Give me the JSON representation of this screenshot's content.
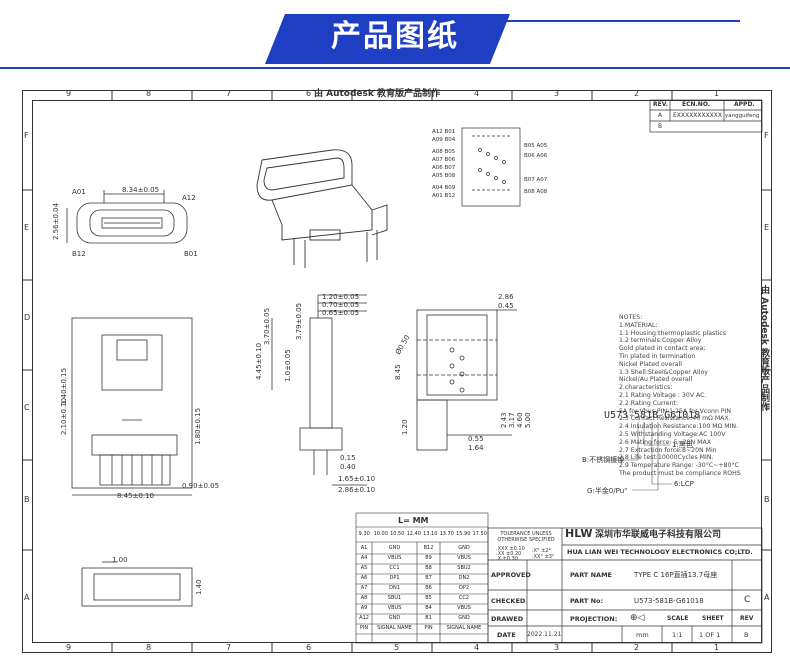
{
  "banner": {
    "title": "产品图纸",
    "bar_color": "#1e3fc4",
    "accent_color": "#2b55e0"
  },
  "frame": {
    "columns": [
      "9",
      "8",
      "7",
      "6",
      "5",
      "4",
      "3",
      "2",
      "1"
    ],
    "rows": [
      "F",
      "E",
      "D",
      "C",
      "B",
      "A"
    ],
    "watermark_top": "由 Autodesk 教育版产品制作",
    "watermark_side": "由 Autodesk 教育版产品制作"
  },
  "revision": {
    "headers": [
      "REV.",
      "ECN.NO.",
      "APPD."
    ],
    "rows": [
      [
        "A",
        "EXXXXXXXXXXX",
        "yangguifeng"
      ],
      [
        "B",
        "",
        ""
      ]
    ]
  },
  "pin_labels_left": [
    "A12 B01",
    "A09 B04",
    "A08 B05",
    "A07 B06",
    "A06 B07",
    "A05 B08",
    "A04 B09",
    "A01 B12"
  ],
  "pin_labels_right": [
    "B05 A05",
    "B06 A06",
    "B07 A07",
    "B08 A08"
  ],
  "front_view": {
    "dim_width": "8.34±0.05",
    "dim_height": "2.56±0.04",
    "labels": [
      "A01",
      "A12",
      "B12",
      "B01"
    ]
  },
  "side_dims": [
    "1.20±0.05",
    "0.70±0.05",
    "0.65±0.05",
    "3.70±0.05",
    "3.79±0.05",
    "4.45±0.10",
    "1.0±0.05",
    "0.15",
    "0.40",
    "1.65±0.10",
    "2.86±0.10"
  ],
  "bottom_dims": [
    "2.86",
    "0.45",
    "Ø0.50",
    "8.45",
    "1.20",
    "0.55",
    "1.64",
    "2.43",
    "3.17",
    "4.60",
    "5.00"
  ],
  "left_view_dims": [
    "8.45±0.10",
    "0.90±0.05",
    "1.80±0.15",
    "2.10±0.10",
    "1.40±0.15"
  ],
  "notes": [
    "NOTES:",
    "1.MATERIAL:",
    "   1.1 Housing:thermoplastic plastics",
    "   1.2 terminals:Copper Alloy",
    "       Gold plated in contact area;",
    "       Tin plated in termination",
    "       Nickel Plated overall",
    "   1.3 Shell:Steel&Copper Alloy",
    "       Nickel/Au Plated overall",
    "2.characteristics:",
    "   2.1 Rating Voltage : 30V AC.",
    "   2.2 Rating Current:",
    "       5A for Vbus PIN;1.25A for Vconn PIN",
    "   2.3 Contact Resistance:40 mΩ MAX.",
    "   2.4 Insulation Resistance:100 MΩ MIN.",
    "   2.5 Withstanding Voltage:AC 100V",
    "   2.6 Mating force: 5~20N MAX",
    "   2.7 Extraction force:8~20N Min",
    "   2.8 Life test:10000Cycles MIN.",
    "   2.9 Temperature Range: -30°C~+80°C",
    "   The product must be compliance ROHS"
  ],
  "part_code": {
    "code": "U573-581B-G61018",
    "legend": [
      "1:黑色",
      "B:不锈钢镀镍",
      "6:LCP",
      "G:半金0/Pu\""
    ]
  },
  "length_table": {
    "title": "L=   MM",
    "lengths": [
      "9.30",
      "10.00",
      "10.50",
      "12.40",
      "13.10",
      "13.70",
      "15.90",
      "17.50"
    ],
    "rows": [
      [
        "A1",
        "GND",
        "B12",
        "GND"
      ],
      [
        "A4",
        "VBUS",
        "B9",
        "VBUS"
      ],
      [
        "A5",
        "CC1",
        "B8",
        "SBU2"
      ],
      [
        "A6",
        "DP1",
        "B7",
        "DN2"
      ],
      [
        "A7",
        "DN1",
        "B6",
        "DP2"
      ],
      [
        "A8",
        "SBU1",
        "B5",
        "CC2"
      ],
      [
        "A9",
        "VBUS",
        "B4",
        "VBUS"
      ],
      [
        "A12",
        "GND",
        "B1",
        "GND"
      ],
      [
        "PIN",
        "SIGNAL NAME",
        "PIN",
        "SIGNAL NAME"
      ]
    ]
  },
  "tolerance": {
    "title": "TOLERANCE UNLESS OTHERWISE SPECIFIED",
    "lines": [
      ".XXX ±0.10",
      ".XX ±0.20",
      ".X ±0.30"
    ],
    "angles": [
      ".X°  ±2°",
      ".XX° ±3°"
    ]
  },
  "title_block": {
    "logo": "HLW",
    "company_cn": "深圳市华联威电子科技有限公司",
    "company_en": "HUA LIAN WEI TECHNOLOGY ELECTRONICS CO;LTD.",
    "labels": {
      "approved": "APPROVED",
      "checked": "CHECKED",
      "drawed": "DRAWED",
      "date": "DATE",
      "part_name": "PART NAME",
      "part_no": "PART No:",
      "projection": "PROJECTION:",
      "unit": "mm",
      "scale_h": "SCALE",
      "sheet_h": "SHEET",
      "rev_h": "REV"
    },
    "part_name_value": "TYPE C 16P直插13.7母座",
    "part_no_value": "U573-581B-G61018",
    "rev_value": "C",
    "date_value": "2022.11.21",
    "scale": "1:1",
    "sheet": "1 OF 1",
    "rev": "B"
  },
  "small_view": {
    "dim": "1.00",
    "dim2": "1.40"
  }
}
